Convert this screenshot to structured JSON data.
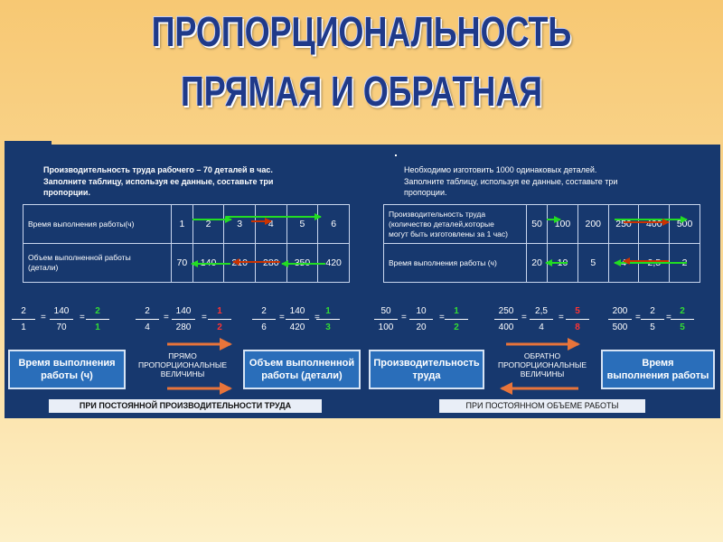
{
  "title": {
    "line1": "ПРОПОРЦИОНАЛЬНОСТЬ",
    "line2": "ПРЯМАЯ И ОБРАТНАЯ"
  },
  "left": {
    "description": [
      "Производительность труда рабочего – 70 деталей в час.",
      "Заполните таблицу, используя ее данные, составьте три",
      "пропорции."
    ],
    "table": {
      "row1_label": "Время выполнения работы(ч)",
      "row1_values": [
        "1",
        "2",
        "3",
        "4",
        "5",
        "6"
      ],
      "row2_label": [
        "Объем выполненной работы",
        "(детали)"
      ],
      "row2_values": [
        "70",
        "140",
        "210",
        "280",
        "350",
        "420"
      ]
    },
    "proportions": [
      {
        "a": "2",
        "b": "1",
        "c": "140",
        "d": "70",
        "r1": "2",
        "r2": "1"
      },
      {
        "a": "2",
        "b": "4",
        "c": "140",
        "d": "280",
        "r1": "1",
        "r2": "2"
      },
      {
        "a": "2",
        "b": "6",
        "c": "140",
        "d": "420",
        "r1": "1",
        "r2": "3"
      }
    ],
    "box1": [
      "Время выполнения",
      "работы (ч)"
    ],
    "caption": [
      "ПРЯМО",
      "ПРОПОРЦИОНАЛЬНЫЕ",
      "ВЕЛИЧИНЫ"
    ],
    "box2": [
      "Объем выполненной",
      "работы (детали)"
    ],
    "banner": "ПРИ ПОСТОЯННОЙ ПРОИЗВОДИТЕЛЬНОСТИ ТРУДА"
  },
  "right": {
    "description": [
      "Необходимо изготовить 1000 одинаковых деталей.",
      "Заполните таблицу, используя ее данные, составьте три",
      "пропорции."
    ],
    "table": {
      "row1_label": [
        "Производительность труда",
        "(количество деталей,которые",
        "могут быть изготовлены за 1 час)"
      ],
      "row1_values": [
        "50",
        "100",
        "200",
        "250",
        "400",
        "500"
      ],
      "row2_label": "Время выполнения работы (ч)",
      "row2_values": [
        "20",
        "10",
        "5",
        "4",
        "2,5",
        "2"
      ]
    },
    "proportions": [
      {
        "a": "50",
        "b": "100",
        "c": "10",
        "d": "20",
        "r1": "1",
        "r2": "2"
      },
      {
        "a": "250",
        "b": "400",
        "c": "2,5",
        "d": "4",
        "r1": "5",
        "r2": "8"
      },
      {
        "a": "200",
        "b": "500",
        "c": "2",
        "d": "5",
        "r1": "2",
        "r2": "5"
      }
    ],
    "box1": [
      "Производительность",
      "труда"
    ],
    "caption": [
      "ОБРАТНО",
      "ПРОПОРЦИОНАЛЬНЫЕ",
      "ВЕЛИЧИНЫ"
    ],
    "box2": [
      "Время",
      "выполнения работы"
    ],
    "banner": "ПРИ ПОСТОЯННОМ ОБЪЕМЕ РАБОТЫ"
  },
  "colors": {
    "panel": "#17386e",
    "box": "#2a6eba",
    "arrow_green": "#22dd22",
    "arrow_red": "#cc3300",
    "arrow_orange": "#e8743a",
    "result_green": "#33dd33",
    "result_red": "#ff3333",
    "title": "#1f3a8a"
  }
}
